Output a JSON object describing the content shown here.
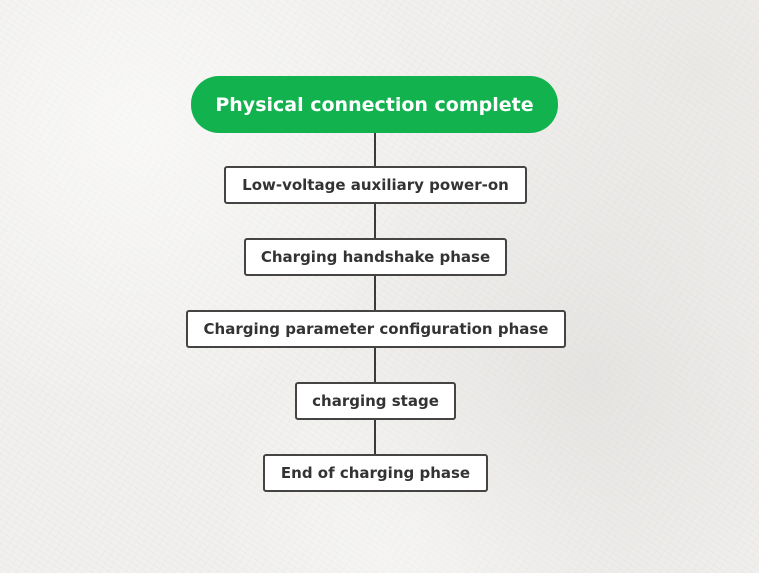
{
  "diagram": {
    "type": "flowchart",
    "colors": {
      "root_fill": "#12b24f",
      "root_text": "#ffffff",
      "box_fill": "#ffffff",
      "box_border": "#444444",
      "connector": "#3a3a3a",
      "text": "#333333"
    },
    "root": {
      "label": "Physical connection complete"
    },
    "steps": [
      {
        "label": "Low-voltage auxiliary power-on"
      },
      {
        "label": "Charging handshake phase"
      },
      {
        "label": "Charging parameter configuration phase"
      },
      {
        "label": "charging stage"
      },
      {
        "label": "End of charging phase"
      }
    ]
  }
}
